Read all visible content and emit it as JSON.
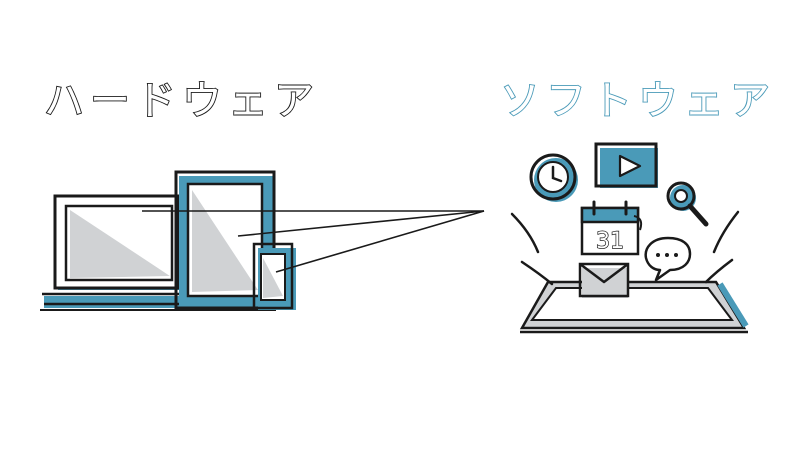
{
  "labels": {
    "hardware": "ハードウェア",
    "software": "ソフトウェア"
  },
  "calendar": {
    "day": "31"
  },
  "colors": {
    "accent": "#4a9ab8",
    "ink": "#1a1a1a",
    "grey": "#d0d2d4",
    "paper": "#ffffff"
  },
  "icons": [
    "laptop-icon",
    "tablet-icon",
    "smartphone-icon",
    "clock-icon",
    "video-play-icon",
    "search-icon",
    "calendar-icon",
    "chat-bubble-icon",
    "mail-icon",
    "device-screen-icon"
  ]
}
